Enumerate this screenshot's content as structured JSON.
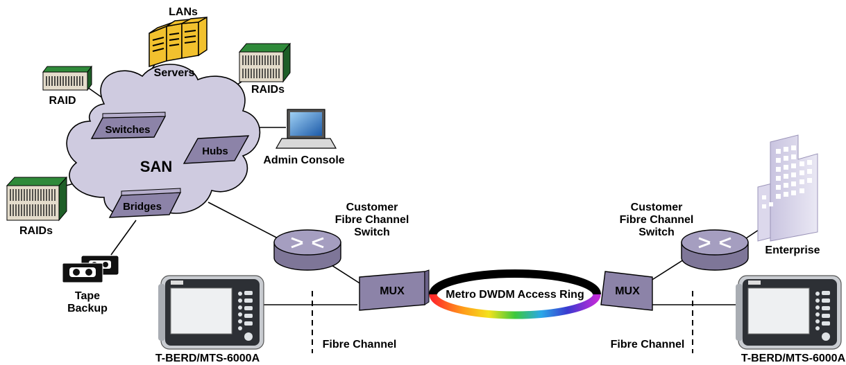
{
  "labels": {
    "lans": "LANs",
    "servers": "Servers",
    "raid_top": "RAID",
    "raids_top": "RAIDs",
    "raids_left": "RAIDs",
    "admin_console": "Admin Console",
    "san": "SAN",
    "switches": "Switches",
    "hubs": "Hubs",
    "bridges": "Bridges",
    "tape_backup_1": "Tape",
    "tape_backup_2": "Backup",
    "cust_left_1": "Customer",
    "cust_left_2": "Fibre Channel",
    "cust_left_3": "Switch",
    "cust_right_1": "Customer",
    "cust_right_2": "Fibre Channel",
    "cust_right_3": "Switch",
    "mux_left": "MUX",
    "mux_right": "MUX",
    "ring": "Metro DWDM Access Ring",
    "enterprise": "Enterprise",
    "fc_left": "Fibre Channel",
    "fc_right": "Fibre Channel",
    "tberd_left": "T-BERD/MTS-6000A",
    "tberd_right": "T-BERD/MTS-6000A"
  },
  "colors": {
    "cloud": "#cfcbe0",
    "device": "#8c83a8",
    "server": "#f2c12e",
    "raid_green": "#2f8a3a",
    "raid_body": "#e4dccb"
  }
}
